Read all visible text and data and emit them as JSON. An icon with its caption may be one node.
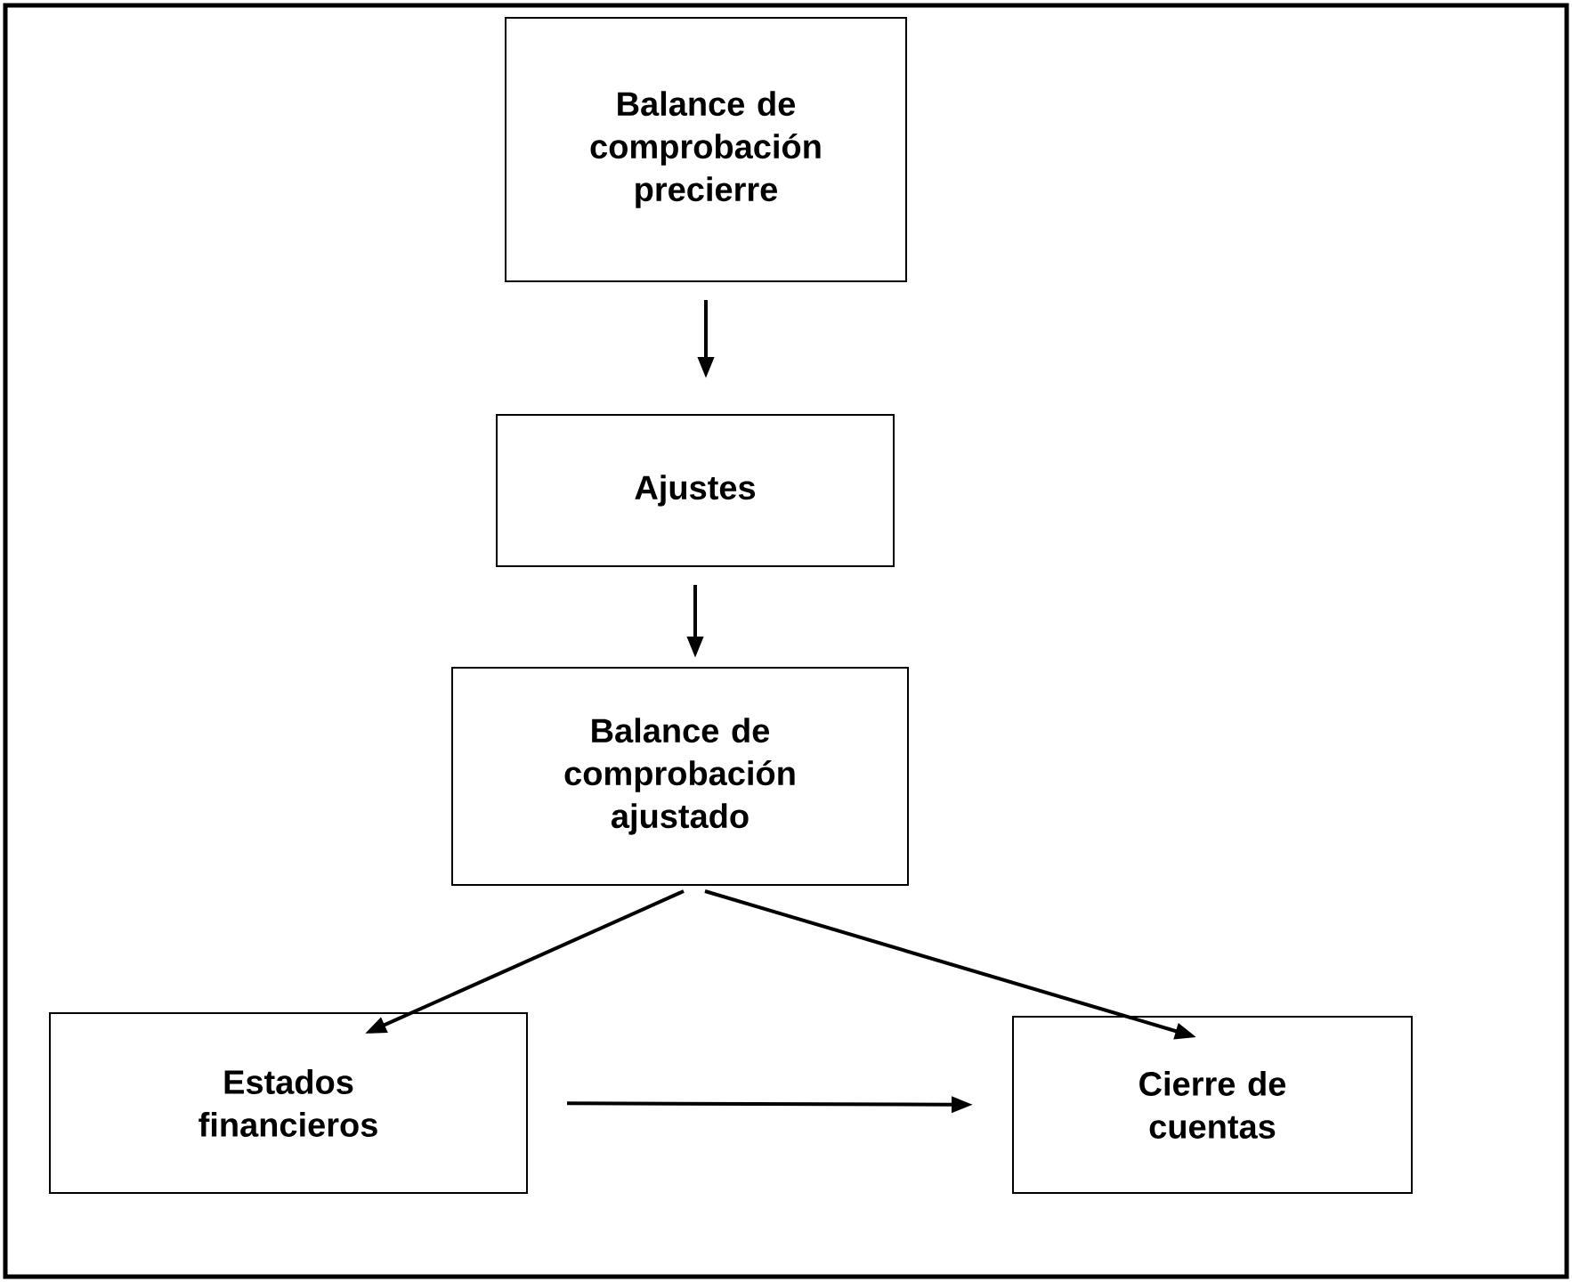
{
  "diagram": {
    "nodes": [
      {
        "text": [
          "Balance de comprobación precierre"
        ]
      },
      {
        "text": [
          "Ajustes"
        ]
      },
      {
        "text": [
          "Balance de comprobación ajustado"
        ]
      },
      {
        "text": [
          "Estados financieros"
        ]
      },
      {
        "text": [
          "Cierre de cuentas"
        ]
      }
    ],
    "edges": [
      {
        "from": 0,
        "to": 1,
        "arrow": "to"
      },
      {
        "from": 1,
        "to": 2,
        "arrow": "to"
      },
      {
        "from": 2,
        "to": 3,
        "arrow": "to"
      },
      {
        "from": 2,
        "to": 4,
        "arrow": "to"
      },
      {
        "from": 3,
        "to": 4,
        "arrow": "to"
      }
    ]
  }
}
